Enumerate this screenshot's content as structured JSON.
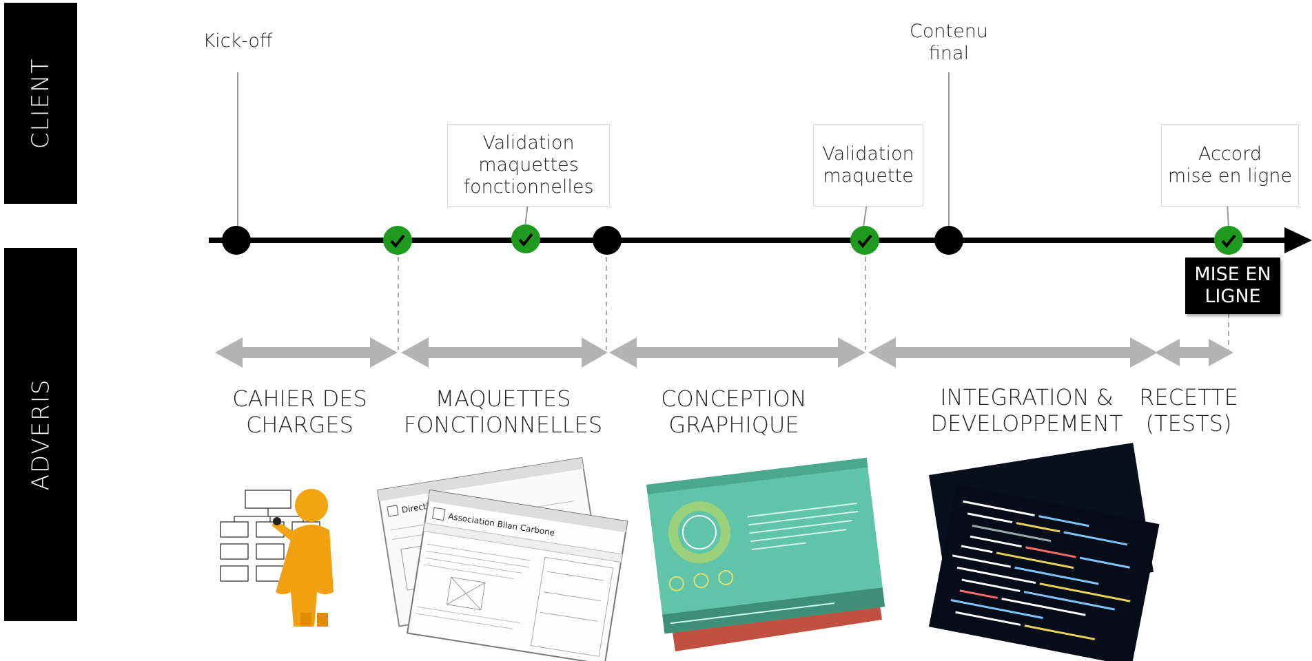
{
  "rows": {
    "client": "CLIENT",
    "agency": "ADVERIS"
  },
  "milestones": {
    "kickoff": "Kick-off",
    "content_final": "Contenu\nfinal",
    "validation_functional": "Validation\nmaquettes\nfonctionnelles",
    "validation_mockup": "Validation\nmaquette",
    "go_live_agreement": "Accord\nmise en ligne"
  },
  "go_live": "MISE EN\nLIGNE",
  "phases": [
    {
      "label": "CAHIER DES\nCHARGES"
    },
    {
      "label": "MAQUETTES\nFONCTIONNELLES"
    },
    {
      "label": "CONCEPTION\nGRAPHIQUE"
    },
    {
      "label": "INTEGRATION &\nDEVELOPPEMENT"
    },
    {
      "label": "RECETTE\n(TESTS)"
    }
  ],
  "wireframes": {
    "title_front": "Association Bilan Carbone",
    "title_back": "DirectJazz"
  },
  "colors": {
    "check": "#1e9a1e",
    "node": "#000000",
    "arrow": "#b3b3b3",
    "design": "#5fc4a8",
    "backdrop": "#c0503f",
    "code_bg": "#07101c"
  }
}
